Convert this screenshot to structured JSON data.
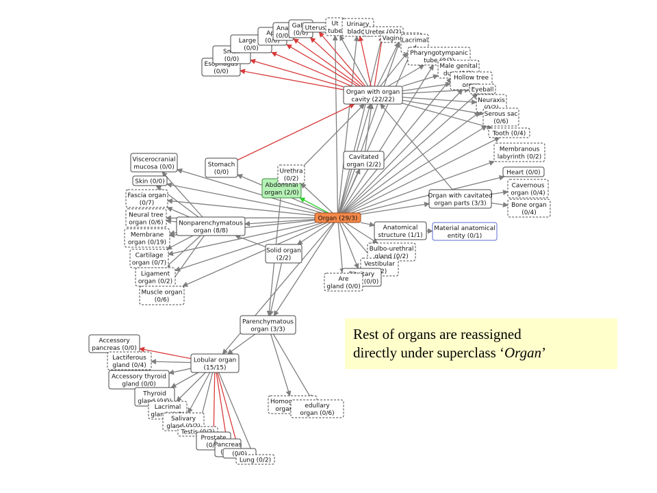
{
  "colors": {
    "edge": "#7f7f7f",
    "highlight_edge": "#d83a3a",
    "green_edge": "#2fd12f",
    "selected": "#f5894a",
    "note_bg": "#ffffcc"
  },
  "note": {
    "line1": "Rest of  organs are reassigned",
    "line2_prefix": "directly under superclass ‘",
    "line2_em": "Organ",
    "line2_suffix": "’"
  },
  "nodes": [
    {
      "id": "organ",
      "lines": [
        "Organ (29/3)"
      ],
      "style": "selected"
    },
    {
      "id": "abdominal",
      "lines": [
        "Abdominal",
        "organ (2/0)"
      ],
      "style": "green"
    },
    {
      "id": "stomach",
      "lines": [
        "Stomach",
        "(0/0)"
      ],
      "style": "solid"
    },
    {
      "id": "urethra",
      "lines": [
        "Urethra",
        "(0/2)"
      ],
      "style": "dashed"
    },
    {
      "id": "cavity",
      "lines": [
        "Organ with organ",
        "cavity (22/22)"
      ],
      "style": "solid"
    },
    {
      "id": "cavitated",
      "lines": [
        "Cavitated",
        "organ (2/2)"
      ],
      "style": "solid"
    },
    {
      "id": "cavparts",
      "lines": [
        "Organ with cavitated",
        "organ parts (3/3)"
      ],
      "style": "solid"
    },
    {
      "id": "anatstruct",
      "lines": [
        "Anatomical",
        "structure (1/1)"
      ],
      "style": "solid"
    },
    {
      "id": "material",
      "lines": [
        "Material anatomical",
        "entity (0/1)"
      ],
      "style": "blue"
    },
    {
      "id": "nonparen",
      "lines": [
        "Nonparenchymatous",
        "organ (8/8)"
      ],
      "style": "solid"
    },
    {
      "id": "solid",
      "lines": [
        "Solid organ",
        "(2/2)"
      ],
      "style": "solid"
    },
    {
      "id": "paren",
      "lines": [
        "Parenchymatous",
        "organ (3/3)"
      ],
      "style": "solid"
    },
    {
      "id": "lobular",
      "lines": [
        "Lobular organ",
        "(15/15)"
      ],
      "style": "solid"
    },
    {
      "id": "viscero",
      "lines": [
        "Viscerocranial",
        "mucosa (0/0)"
      ],
      "style": "solid"
    },
    {
      "id": "skin",
      "lines": [
        "Skin (0/0)"
      ],
      "style": "solid"
    },
    {
      "id": "fascia",
      "lines": [
        "Fascia organ",
        "(0/7)"
      ],
      "style": "dashed"
    },
    {
      "id": "neural",
      "lines": [
        "Neural tree",
        "organ (0/6)"
      ],
      "style": "dashed"
    },
    {
      "id": "membrane",
      "lines": [
        "Membrane",
        "organ (0/19)"
      ],
      "style": "dashed"
    },
    {
      "id": "cartilage",
      "lines": [
        "Cartilage",
        "organ (0/7)"
      ],
      "style": "dashed"
    },
    {
      "id": "ligament",
      "lines": [
        "Ligament",
        "organ (0/2)"
      ],
      "style": "dashed"
    },
    {
      "id": "muscle",
      "lines": [
        "Muscle organ",
        "(0/6)"
      ],
      "style": "dashed"
    },
    {
      "id": "esoph",
      "lines": [
        "Esophagus",
        "(0/0)"
      ],
      "style": "solid"
    },
    {
      "id": "smallint",
      "lines": [
        "Small",
        "(0/0)"
      ],
      "style": "solid"
    },
    {
      "id": "largeint",
      "lines": [
        "Large in",
        "(0/0)"
      ],
      "style": "solid"
    },
    {
      "id": "append",
      "lines": [
        "App",
        "(0/0)"
      ],
      "style": "solid"
    },
    {
      "id": "anal",
      "lines": [
        "Anal",
        "(0/0)"
      ],
      "style": "solid"
    },
    {
      "id": "gallbl",
      "lines": [
        "Gallbl",
        "(0/0)"
      ],
      "style": "solid"
    },
    {
      "id": "uterus",
      "lines": [
        "Uterus"
      ],
      "style": "solid"
    },
    {
      "id": "ut2",
      "lines": [
        "Ut",
        "tube"
      ],
      "style": "dashed"
    },
    {
      "id": "urinary",
      "lines": [
        "Urinary",
        "bladde"
      ],
      "style": "dashed"
    },
    {
      "id": "ureter",
      "lines": [
        "Ureter (0/2)"
      ],
      "style": "dashed"
    },
    {
      "id": "vagina",
      "lines": [
        "Vagina (0/2)"
      ],
      "style": "dashed"
    },
    {
      "id": "lacrimal1",
      "lines": [
        "Lacrimal",
        "d"
      ],
      "style": "dashed"
    },
    {
      "id": "pharyngo",
      "lines": [
        "Pharyngotympanic",
        "tube (0/2)"
      ],
      "style": "dashed"
    },
    {
      "id": "malegen",
      "lines": [
        "Male genital",
        "duct (0/2)"
      ],
      "style": "dashed"
    },
    {
      "id": "hollow",
      "lines": [
        "Hollow tree",
        "organ"
      ],
      "style": "dashed"
    },
    {
      "id": "eyeball",
      "lines": [
        "Eyeball"
      ],
      "style": "dashed"
    },
    {
      "id": "neuraxis",
      "lines": [
        "Neuraxis",
        "(0/2)"
      ],
      "style": "dashed"
    },
    {
      "id": "serous",
      "lines": [
        "Serous sac",
        "(0/6)"
      ],
      "style": "dashed"
    },
    {
      "id": "tooth",
      "lines": [
        "Tooth (0/4)"
      ],
      "style": "dashed"
    },
    {
      "id": "membranous",
      "lines": [
        "Membranous",
        "labyrinth (0/2)"
      ],
      "style": "dashed"
    },
    {
      "id": "heart",
      "lines": [
        "Heart (0/0)"
      ],
      "style": "solid"
    },
    {
      "id": "cavernous",
      "lines": [
        "Cavernous",
        "organ (0/4)"
      ],
      "style": "dashed"
    },
    {
      "id": "bone",
      "lines": [
        "Bone organ",
        "(0/4)"
      ],
      "style": "dashed"
    },
    {
      "id": "bulbo",
      "lines": [
        "Bulbo-urethral",
        "gland (0/2)"
      ],
      "style": "dashed"
    },
    {
      "id": "vestib",
      "lines": [
        "Vestibular",
        "(0/2)"
      ],
      "style": "dashed"
    },
    {
      "id": "pituitary",
      "lines": [
        "Pituitary",
        "gland (0/0)"
      ],
      "style": "solid"
    },
    {
      "id": "areolar",
      "lines": [
        "Are",
        "gland (0/0)"
      ],
      "style": "dashed"
    },
    {
      "id": "homog",
      "lines": [
        "Homogeneous",
        "organ (0/5)"
      ],
      "style": "dashed"
    },
    {
      "id": "medullary",
      "lines": [
        "edullary",
        "organ (0/6)"
      ],
      "style": "dashed"
    },
    {
      "id": "accpanc",
      "lines": [
        "Accessory",
        "pancreas (0/0)"
      ],
      "style": "solid"
    },
    {
      "id": "lactif",
      "lines": [
        "Lactiferous",
        "gland (0/4)"
      ],
      "style": "dashed"
    },
    {
      "id": "accthy",
      "lines": [
        "Accessory thyroid",
        "gland (0/0)"
      ],
      "style": "solid"
    },
    {
      "id": "thyroid",
      "lines": [
        "Thyroid",
        "gland (0/0)"
      ],
      "style": "solid"
    },
    {
      "id": "lacrimal2",
      "lines": [
        "Lacrimal",
        "gland (0/2)"
      ],
      "style": "dashed"
    },
    {
      "id": "salivary",
      "lines": [
        "Salivary",
        "gland (0/2)"
      ],
      "style": "dashed"
    },
    {
      "id": "testis",
      "lines": [
        "Testis (0/2)"
      ],
      "style": "dashed"
    },
    {
      "id": "prostate",
      "lines": [
        "Prostate",
        "(0/0)"
      ],
      "style": "solid"
    },
    {
      "id": "pancreas",
      "lines": [
        "Pancreas",
        "(0/0)"
      ],
      "style": "solid"
    },
    {
      "id": "liver",
      "lines": [
        "(0/0)"
      ],
      "style": "solid"
    },
    {
      "id": "lung",
      "lines": [
        "Lung (0/2)"
      ],
      "style": "dashed"
    }
  ],
  "edges": [
    {
      "from": "organ",
      "to": "abdominal",
      "kind": "green"
    },
    {
      "from": "organ",
      "to": "cavity",
      "kind": "normal"
    },
    {
      "from": "organ",
      "to": "cavitated",
      "kind": "normal"
    },
    {
      "from": "organ",
      "to": "cavparts",
      "kind": "normal"
    },
    {
      "from": "organ",
      "to": "anatstruct",
      "kind": "normal"
    },
    {
      "from": "organ",
      "to": "nonparen",
      "kind": "normal"
    },
    {
      "from": "organ",
      "to": "solid",
      "kind": "normal"
    },
    {
      "from": "organ",
      "to": "stomach",
      "kind": "normal"
    },
    {
      "from": "organ",
      "to": "urethra",
      "kind": "normal"
    },
    {
      "from": "organ",
      "to": "viscero",
      "kind": "normal"
    },
    {
      "from": "organ",
      "to": "skin",
      "kind": "normal"
    },
    {
      "from": "organ",
      "to": "fascia",
      "kind": "normal"
    },
    {
      "from": "organ",
      "to": "neural",
      "kind": "normal"
    },
    {
      "from": "organ",
      "to": "membrane",
      "kind": "normal"
    },
    {
      "from": "organ",
      "to": "cartilage",
      "kind": "normal"
    },
    {
      "from": "organ",
      "to": "ligament",
      "kind": "normal"
    },
    {
      "from": "organ",
      "to": "muscle",
      "kind": "normal"
    },
    {
      "from": "organ",
      "to": "heart",
      "kind": "normal"
    },
    {
      "from": "organ",
      "to": "bulbo",
      "kind": "normal"
    },
    {
      "from": "organ",
      "to": "vestib",
      "kind": "normal"
    },
    {
      "from": "organ",
      "to": "pituitary",
      "kind": "normal"
    },
    {
      "from": "organ",
      "to": "areolar",
      "kind": "normal"
    },
    {
      "from": "organ",
      "to": "urinary",
      "kind": "normal"
    },
    {
      "from": "organ",
      "to": "ut2",
      "kind": "normal"
    },
    {
      "from": "organ",
      "to": "ureter",
      "kind": "normal"
    },
    {
      "from": "organ",
      "to": "vagina",
      "kind": "normal"
    },
    {
      "from": "organ",
      "to": "lacrimal1",
      "kind": "normal"
    },
    {
      "from": "organ",
      "to": "pharyngo",
      "kind": "normal"
    },
    {
      "from": "organ",
      "to": "malegen",
      "kind": "normal"
    },
    {
      "from": "organ",
      "to": "hollow",
      "kind": "normal"
    },
    {
      "from": "organ",
      "to": "eyeball",
      "kind": "normal"
    },
    {
      "from": "organ",
      "to": "neuraxis",
      "kind": "normal"
    },
    {
      "from": "organ",
      "to": "serous",
      "kind": "normal"
    },
    {
      "from": "organ",
      "to": "tooth",
      "kind": "normal"
    },
    {
      "from": "organ",
      "to": "membranous",
      "kind": "normal"
    },
    {
      "from": "organ",
      "to": "paren",
      "kind": "normal"
    },
    {
      "from": "abdominal",
      "to": "cavity",
      "kind": "normal"
    },
    {
      "from": "abdominal",
      "to": "paren",
      "kind": "normal"
    },
    {
      "from": "stomach",
      "to": "cavity",
      "kind": "red"
    },
    {
      "from": "cavity",
      "to": "esoph",
      "kind": "red"
    },
    {
      "from": "cavity",
      "to": "smallint",
      "kind": "red"
    },
    {
      "from": "cavity",
      "to": "largeint",
      "kind": "red"
    },
    {
      "from": "cavity",
      "to": "append",
      "kind": "red"
    },
    {
      "from": "cavity",
      "to": "anal",
      "kind": "red"
    },
    {
      "from": "cavity",
      "to": "gallbl",
      "kind": "red"
    },
    {
      "from": "cavity",
      "to": "uterus",
      "kind": "red"
    },
    {
      "from": "cavity",
      "to": "ut2",
      "kind": "normal"
    },
    {
      "from": "cavity",
      "to": "urinary",
      "kind": "red"
    },
    {
      "from": "cavity",
      "to": "ureter",
      "kind": "red"
    },
    {
      "from": "cavity",
      "to": "vagina",
      "kind": "normal"
    },
    {
      "from": "cavity",
      "to": "lacrimal1",
      "kind": "normal"
    },
    {
      "from": "cavity",
      "to": "pharyngo",
      "kind": "normal"
    },
    {
      "from": "cavity",
      "to": "malegen",
      "kind": "normal"
    },
    {
      "from": "cavity",
      "to": "hollow",
      "kind": "normal"
    },
    {
      "from": "cavity",
      "to": "eyeball",
      "kind": "normal"
    },
    {
      "from": "cavity",
      "to": "neuraxis",
      "kind": "normal"
    },
    {
      "from": "cavity",
      "to": "serous",
      "kind": "normal"
    },
    {
      "from": "cavity",
      "to": "tooth",
      "kind": "normal"
    },
    {
      "from": "cavitated",
      "to": "cavity",
      "kind": "normal"
    },
    {
      "from": "cavparts",
      "to": "cavernous",
      "kind": "normal"
    },
    {
      "from": "cavparts",
      "to": "bone",
      "kind": "normal"
    },
    {
      "from": "cavparts",
      "to": "cavity",
      "kind": "normal"
    },
    {
      "from": "anatstruct",
      "to": "material",
      "kind": "normal"
    },
    {
      "from": "nonparen",
      "to": "viscero",
      "kind": "normal"
    },
    {
      "from": "nonparen",
      "to": "skin",
      "kind": "normal"
    },
    {
      "from": "nonparen",
      "to": "fascia",
      "kind": "normal"
    },
    {
      "from": "nonparen",
      "to": "neural",
      "kind": "normal"
    },
    {
      "from": "nonparen",
      "to": "membrane",
      "kind": "normal"
    },
    {
      "from": "nonparen",
      "to": "cartilage",
      "kind": "normal"
    },
    {
      "from": "nonparen",
      "to": "ligament",
      "kind": "normal"
    },
    {
      "from": "nonparen",
      "to": "muscle",
      "kind": "normal"
    },
    {
      "from": "solid",
      "to": "paren",
      "kind": "normal"
    },
    {
      "from": "solid",
      "to": "nonparen",
      "kind": "normal"
    },
    {
      "from": "paren",
      "to": "lobular",
      "kind": "normal"
    },
    {
      "from": "paren",
      "to": "homog",
      "kind": "normal"
    },
    {
      "from": "paren",
      "to": "medullary",
      "kind": "normal"
    },
    {
      "from": "lobular",
      "to": "accpanc",
      "kind": "red"
    },
    {
      "from": "lobular",
      "to": "lactif",
      "kind": "normal"
    },
    {
      "from": "lobular",
      "to": "accthy",
      "kind": "normal"
    },
    {
      "from": "lobular",
      "to": "thyroid",
      "kind": "normal"
    },
    {
      "from": "lobular",
      "to": "lacrimal2",
      "kind": "normal"
    },
    {
      "from": "lobular",
      "to": "salivary",
      "kind": "normal"
    },
    {
      "from": "lobular",
      "to": "testis",
      "kind": "normal"
    },
    {
      "from": "lobular",
      "to": "prostate",
      "kind": "red"
    },
    {
      "from": "lobular",
      "to": "pancreas",
      "kind": "red"
    },
    {
      "from": "lobular",
      "to": "liver",
      "kind": "red"
    },
    {
      "from": "lobular",
      "to": "lung",
      "kind": "normal"
    },
    {
      "from": "organ",
      "to": "lobular",
      "kind": "normal"
    }
  ]
}
